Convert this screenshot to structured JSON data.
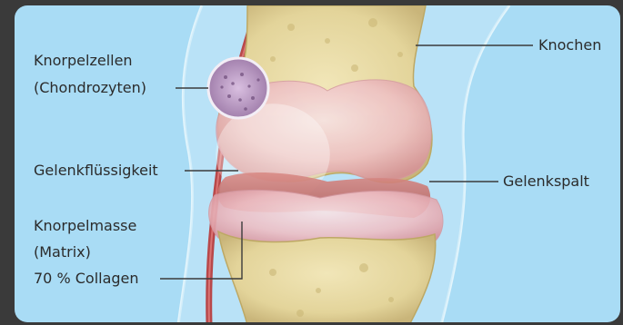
{
  "labels": {
    "knorpelzellen_line1": "Knorpelzellen",
    "knorpelzellen_line2": "(Chondrozyten)",
    "gelenkfluessigkeit": "Gelenkflüssigkeit",
    "knorpelmasse_line1": "Knorpelmasse",
    "knorpelmasse_line2": "(Matrix)",
    "knorpelmasse_line3": "70 % Collagen",
    "knochen": "Knochen",
    "gelenkspalt": "Gelenkspalt"
  },
  "colors": {
    "background_frame": "#3a3a3a",
    "panel": "#a9dcf5",
    "bone": "#e6d9a4",
    "cartilage": "#f0c7cc",
    "leader_line": "#3b3b3b"
  }
}
